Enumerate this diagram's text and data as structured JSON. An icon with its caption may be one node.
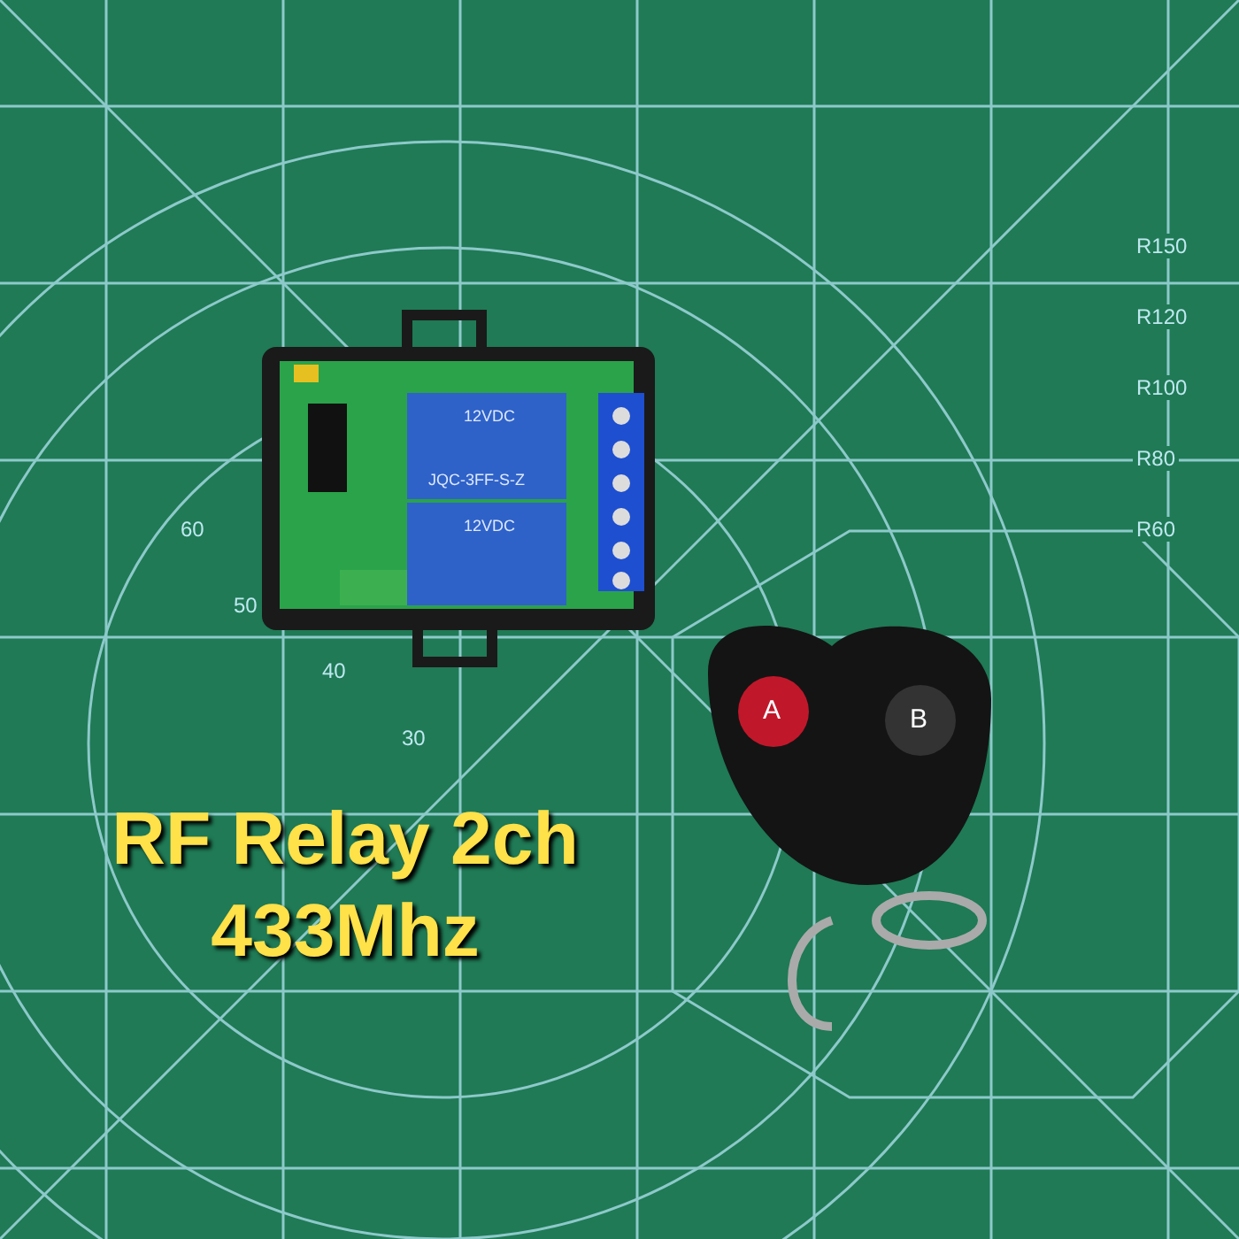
{
  "diagram": {
    "title": "RF Relay 2ch 433Mhz",
    "labels": [
      "R150",
      "R120",
      "R100",
      "R80",
      "R60",
      "60",
      "50",
      "40",
      "30",
      "12VDC",
      "JQC-3FF-S-Z",
      "12VDC",
      "A",
      "B"
    ]
  }
}
